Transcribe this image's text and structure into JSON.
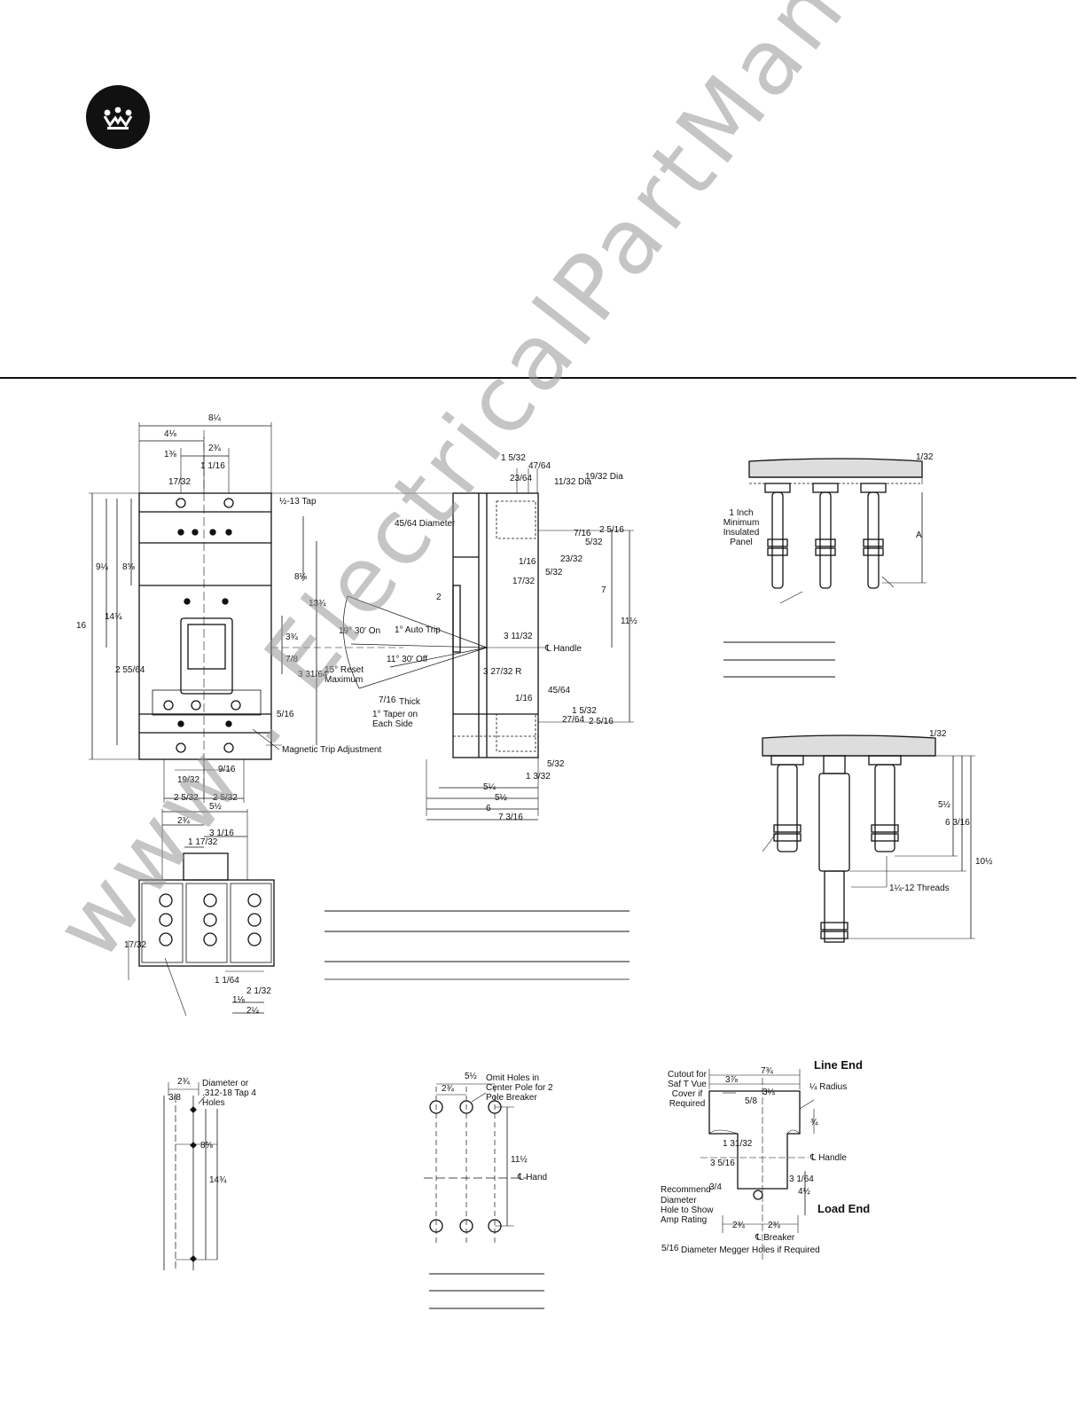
{
  "brand": {
    "logo_icon": "westinghouse-logo-icon"
  },
  "watermark": {
    "text": "www . ElectricalPartManuals . com"
  },
  "front_view": {
    "dims": {
      "overall_width": "8¼",
      "half_width": "4⅛",
      "stud_offset": "1⅜",
      "stud_spacing": "2¾",
      "center_offset": "1 1/16",
      "top_hole": "17/32",
      "tap": "½-13 Tap",
      "height_9": "9¼",
      "height_8": "8⅝",
      "height_14": "14¾",
      "height_16": "16",
      "height_13": "13¾",
      "height_8b": "8⅛",
      "handle_3": "3¾",
      "handle_7": "7/8",
      "handle_2": "2 55/64",
      "handle_3b": "3 31/64",
      "bottom_5": "5/16",
      "bottom_19": "19/32",
      "bottom_9": "9/16",
      "bottom_2a": "2 5/32",
      "bottom_2b": "2 5/32"
    },
    "magnetic_trip": "Magnetic Trip Adjustment"
  },
  "side_view": {
    "dims": {
      "d1": "1 5/32",
      "d2": "47/64",
      "d3": "23/64",
      "dia1": "11/32 Dia",
      "dia2": "19/32 Dia",
      "diameter": "45/64 Diameter",
      "d4": "7/16",
      "d5": "2 5/16",
      "d6": "5/32",
      "d7": "1/16",
      "d8": "23/32",
      "d9": "5/32",
      "d10": "17/32",
      "d11": "2",
      "d12": "7",
      "d13": "11½",
      "d14": "3 11/32",
      "radius": "3 27/32 R",
      "d15": "45/64",
      "d16": "1/16",
      "d17": "1 5/32",
      "d18": "27/64",
      "d19": "2 5/16",
      "d20": "5/32",
      "d21": "1 3/32",
      "d22": "5¼",
      "d23": "5½",
      "d24": "6",
      "d25": "7 3/16"
    },
    "handle_cl": "℄ Handle",
    "angle_on": "19° 30' On",
    "angle_auto": "1° Auto Trip",
    "angle_off": "11° 30' Off",
    "angle_reset": "15° Reset Maximum",
    "thick_frac": "7/16",
    "thick": "Thick",
    "taper": "1° Taper on Each Side"
  },
  "bottom_view": {
    "dims": {
      "w1": "5½",
      "w2": "2¾",
      "w3": "3 1/16",
      "w4": "1 17/32",
      "h1": "17/32",
      "b1": "1 1/64",
      "b2": "2 1/32",
      "b3": "1⅛",
      "b4": "2¼"
    }
  },
  "stud_diagram_1": {
    "dims": {
      "gap": "1/32",
      "a": "A"
    },
    "panel_label": "1 Inch Minimum Insulated Panel"
  },
  "stud_diagram_2": {
    "dims": {
      "gap": "1/32",
      "h1": "5½",
      "h2": "6 3/16",
      "h3": "10½"
    },
    "threads": "1¼-12 Threads"
  },
  "drilling_1": {
    "dims": {
      "w": "2¾",
      "s": "3/8",
      "h1": "8⅝",
      "h2": "14¾"
    },
    "note": "Diameter or .312-18 Tap 4 Holes"
  },
  "drilling_2": {
    "dims": {
      "w1": "5½",
      "w2": "2¾",
      "h": "11½"
    },
    "note": "Omit Holes in Center Pole for 2 Pole Breaker",
    "handle_cl": "℄ Hand"
  },
  "cutout": {
    "line_end": "Line End",
    "load_end": "Load End",
    "dims": {
      "w": "7¾",
      "w1": "3⅞",
      "w2": "3¼",
      "w3": "5/8",
      "radius": "¼ Radius",
      "h1": "¾",
      "h2": "1 31/32",
      "h3": "3 5/16",
      "h4": "3 1/64",
      "h5": "4½",
      "h6": "3/4",
      "b1": "2¾",
      "b2": "2¾"
    },
    "cutout_note": "Cutout for Saf T Vue Cover if Required",
    "handle_cl": "℄ Handle",
    "recommend": "Recommend",
    "hole_note": "Diameter Hole to Show Amp Rating",
    "breaker_cl": "℄ Breaker",
    "megger_frac": "5/16",
    "megger": "Diameter Megger Holes if Required"
  }
}
